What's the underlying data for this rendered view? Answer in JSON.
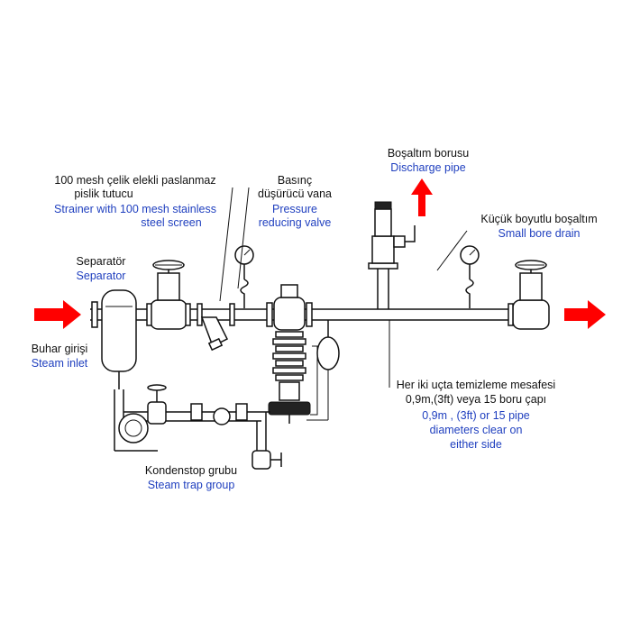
{
  "colors": {
    "arrow": "#ff0000",
    "english_text": "#1f3fbf",
    "turkish_text": "#111111",
    "line": "#111111"
  },
  "labels": {
    "strainer": {
      "tr_line1": "100 mesh  çelik elekli paslanmaz",
      "tr_line2": "pislik tutucu",
      "en_line1": "Strainer with 100 mesh stainless",
      "en_line2": "steel screen"
    },
    "pressure_reducing_valve": {
      "tr_line1": "Basınç",
      "tr_line2": "düşürücü vana",
      "en_line1": "Pressure",
      "en_line2": "reducing valve"
    },
    "discharge_pipe": {
      "tr": "Boşaltım borusu",
      "en": "Discharge pipe"
    },
    "small_bore_drain": {
      "tr": "Küçük boyutlu boşaltım",
      "en": "Small bore drain"
    },
    "separator": {
      "tr": "Separatör",
      "en": "Separator"
    },
    "steam_inlet": {
      "tr": "Buhar girişi",
      "en": "Steam inlet"
    },
    "clearance": {
      "tr_line1": "Her iki uçta temizleme mesafesi",
      "tr_line2": "0,9m,(3ft) veya 15 boru çapı",
      "en_line1": "0,9m , (3ft) or 15 pipe",
      "en_line2": "diameters clear on",
      "en_line3": "either side"
    },
    "steam_trap_group": {
      "tr": "Kondenstop grubu",
      "en": "Steam trap group"
    }
  }
}
